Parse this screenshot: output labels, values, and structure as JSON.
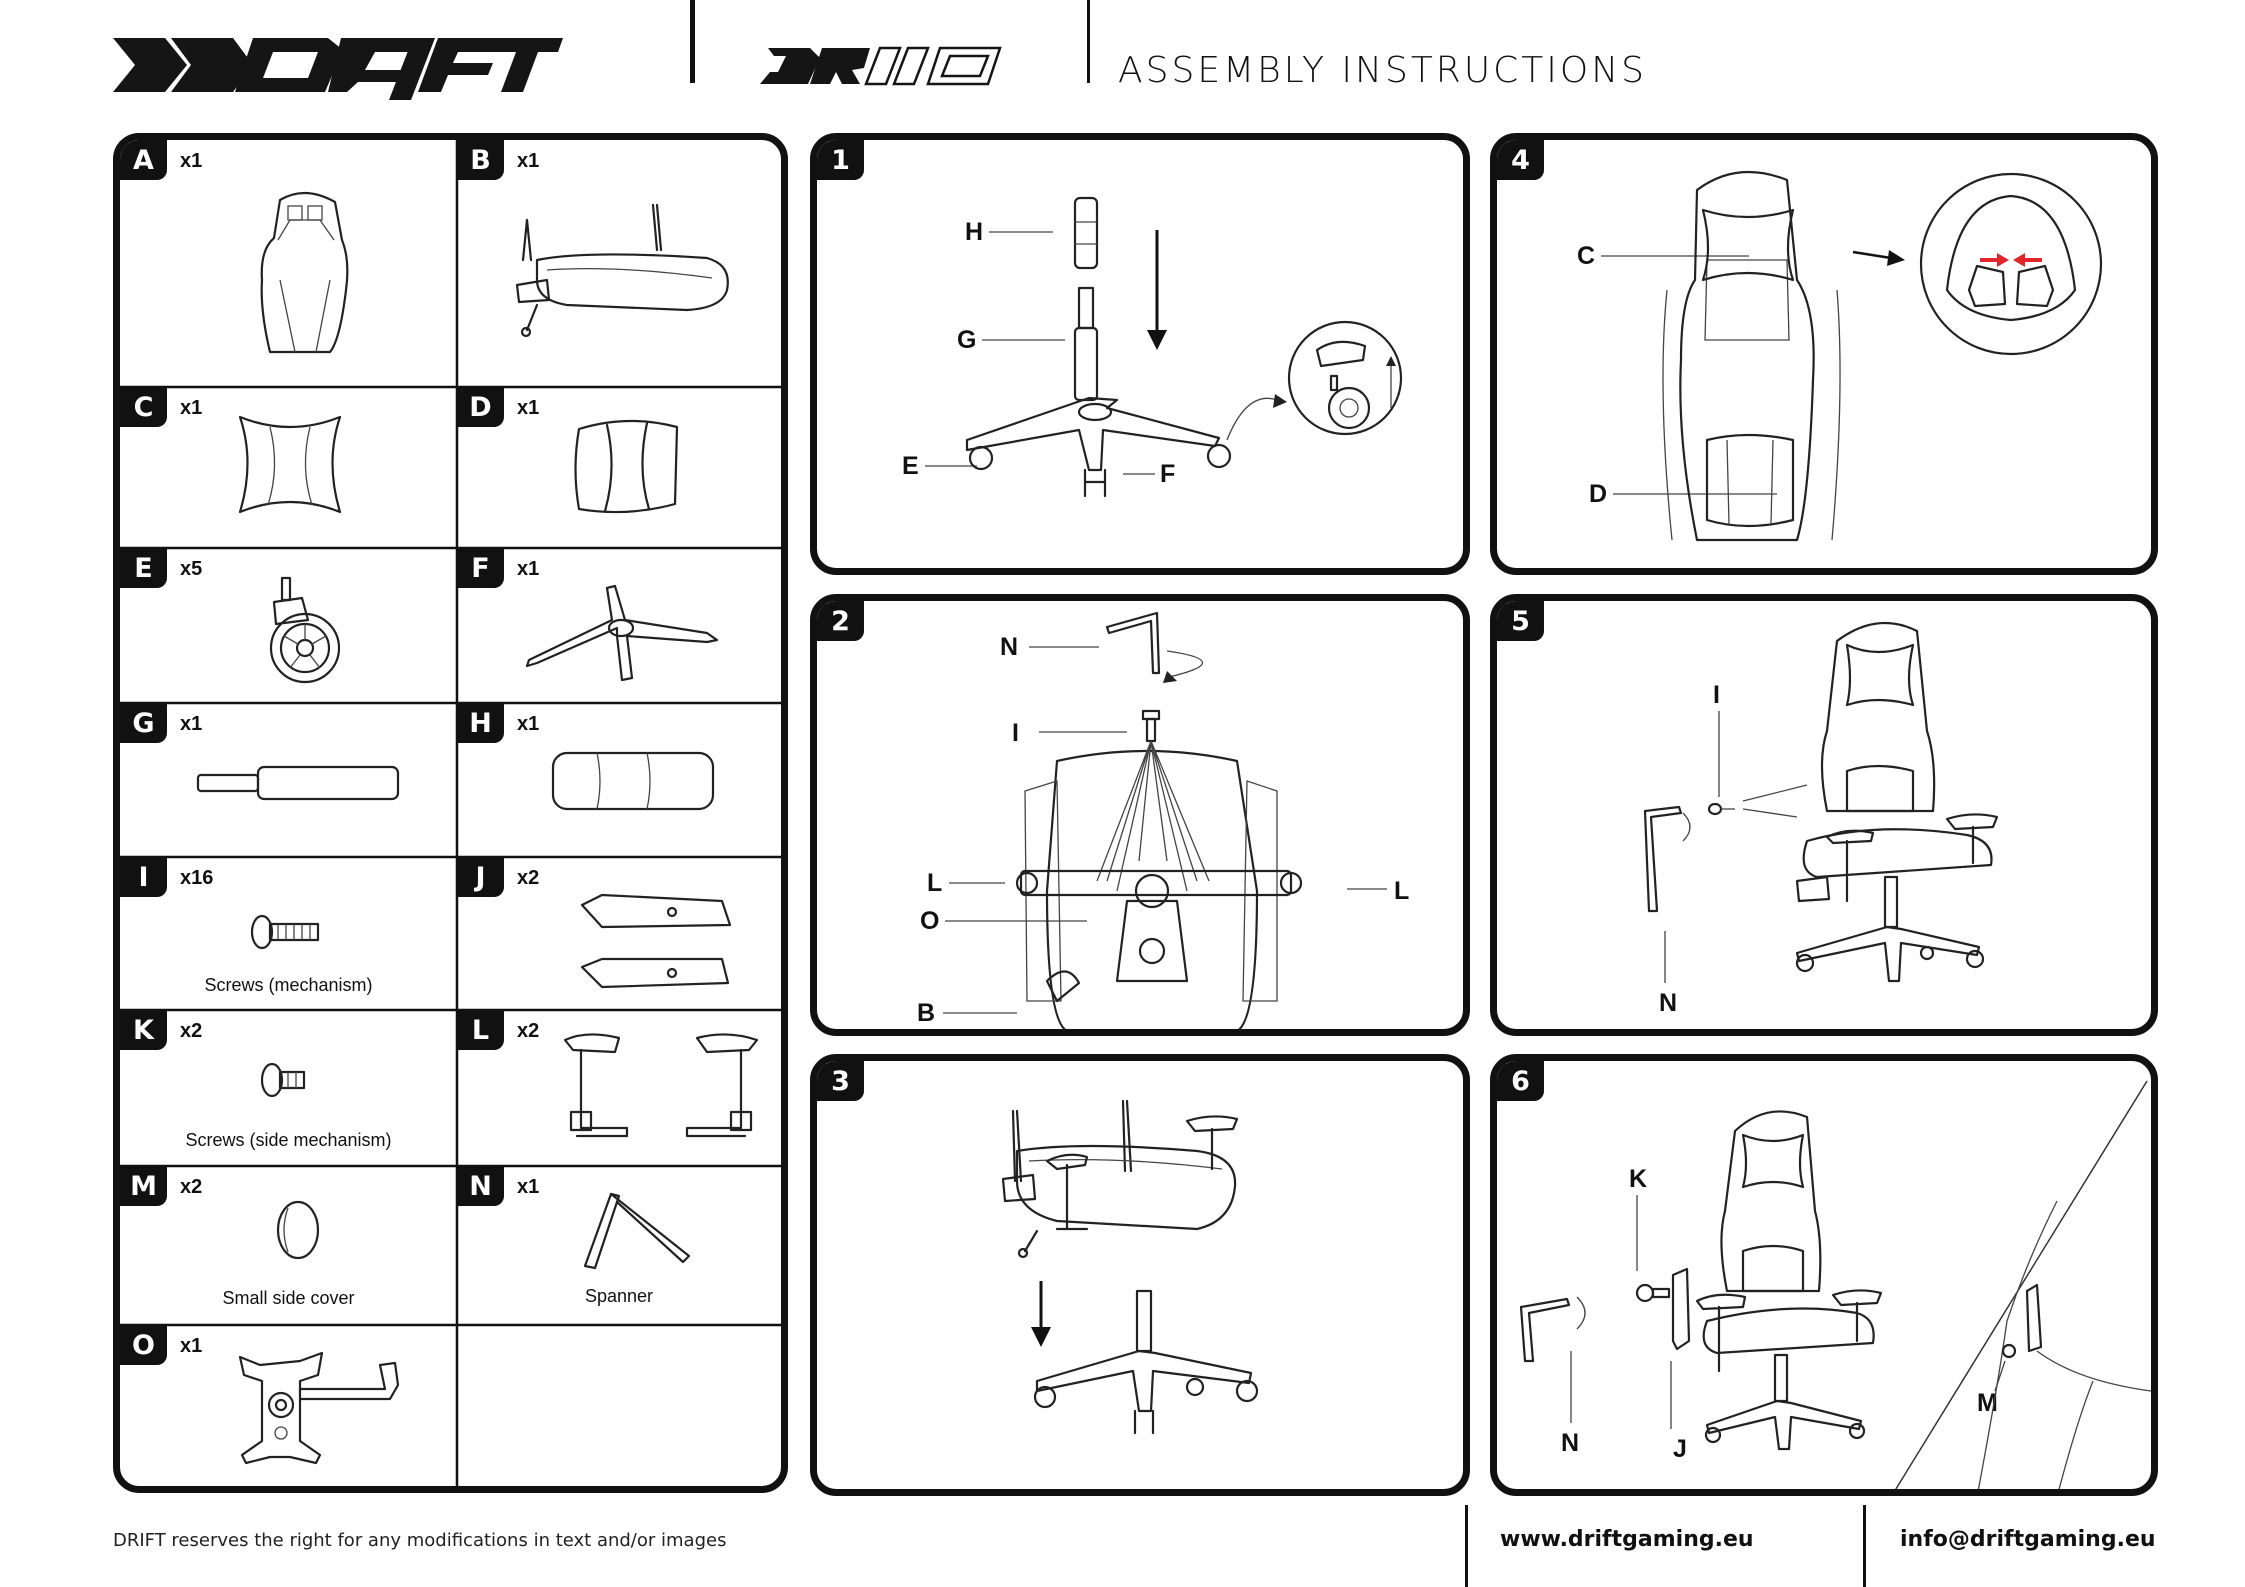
{
  "header": {
    "brand": "DRIFT",
    "model": "DR110",
    "title": "ASSEMBLY INSTRUCTIONS"
  },
  "parts": [
    {
      "letter": "A",
      "qty": "x1",
      "caption": ""
    },
    {
      "letter": "B",
      "qty": "x1",
      "caption": ""
    },
    {
      "letter": "C",
      "qty": "x1",
      "caption": ""
    },
    {
      "letter": "D",
      "qty": "x1",
      "caption": ""
    },
    {
      "letter": "E",
      "qty": "x5",
      "caption": ""
    },
    {
      "letter": "F",
      "qty": "x1",
      "caption": ""
    },
    {
      "letter": "G",
      "qty": "x1",
      "caption": ""
    },
    {
      "letter": "H",
      "qty": "x1",
      "caption": ""
    },
    {
      "letter": "I",
      "qty": "x16",
      "caption": "Screws (mechanism)"
    },
    {
      "letter": "J",
      "qty": "x2",
      "caption": ""
    },
    {
      "letter": "K",
      "qty": "x2",
      "caption": "Screws (side mechanism)"
    },
    {
      "letter": "L",
      "qty": "x2",
      "caption": ""
    },
    {
      "letter": "M",
      "qty": "x2",
      "caption": "Small side cover"
    },
    {
      "letter": "N",
      "qty": "x1",
      "caption": "Spanner"
    },
    {
      "letter": "O",
      "qty": "x1",
      "caption": ""
    }
  ],
  "steps": [
    {
      "number": "1",
      "labels": [
        "H",
        "G",
        "E",
        "F"
      ]
    },
    {
      "number": "2",
      "labels": [
        "N",
        "I",
        "L",
        "L",
        "O",
        "B"
      ]
    },
    {
      "number": "3",
      "labels": []
    },
    {
      "number": "4",
      "labels": [
        "C",
        "D"
      ]
    },
    {
      "number": "5",
      "labels": [
        "I",
        "N"
      ]
    },
    {
      "number": "6",
      "labels": [
        "K",
        "N",
        "J",
        "M"
      ]
    }
  ],
  "footer": {
    "disclaimer": "DRIFT reserves the right for any modifications in text and/or images",
    "website": "www.driftgaming.eu",
    "email": "info@driftgaming.eu"
  },
  "colors": {
    "ink": "#111111",
    "accent_arrow": "#e0262b"
  }
}
